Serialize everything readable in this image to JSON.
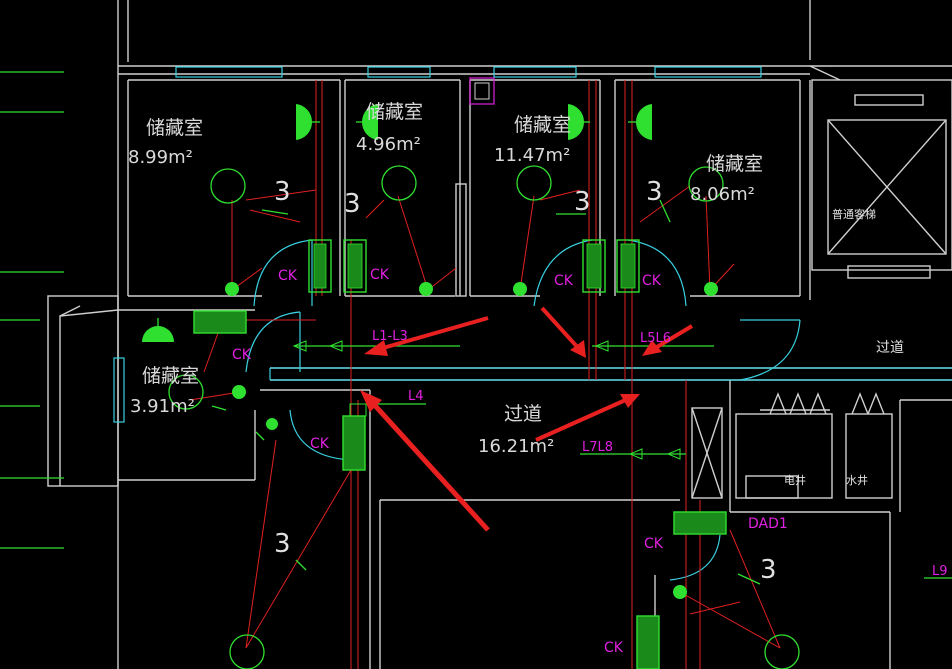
{
  "rooms": [
    {
      "name": "储藏室",
      "area": "8.99m²"
    },
    {
      "name": "储藏室",
      "area": "4.96m²"
    },
    {
      "name": "储藏室",
      "area": "11.47m²"
    },
    {
      "name": "储藏室",
      "area": "8.06m²"
    },
    {
      "name": "储藏室",
      "area": "3.91m²"
    }
  ],
  "corridor": {
    "name": "过道",
    "area": "16.21m²"
  },
  "corridor_right": "过道",
  "elevator": "普通客梯",
  "shaft_elec": "电井",
  "shaft_water": "水井",
  "ck_label": "CK",
  "dad_label": "DAD1",
  "line_labels": {
    "l1l3": "L1-L3",
    "l4": "L4",
    "l5l6": "L5L6",
    "l7l8": "L7L8",
    "l9": "L9"
  },
  "number_three": "3",
  "colors": {
    "wall": "#cfcfcf",
    "device": "#30e030",
    "pipe": "#e02020",
    "door": "#39d0e0",
    "label": "#e020e0",
    "arrow": "#e82020"
  }
}
